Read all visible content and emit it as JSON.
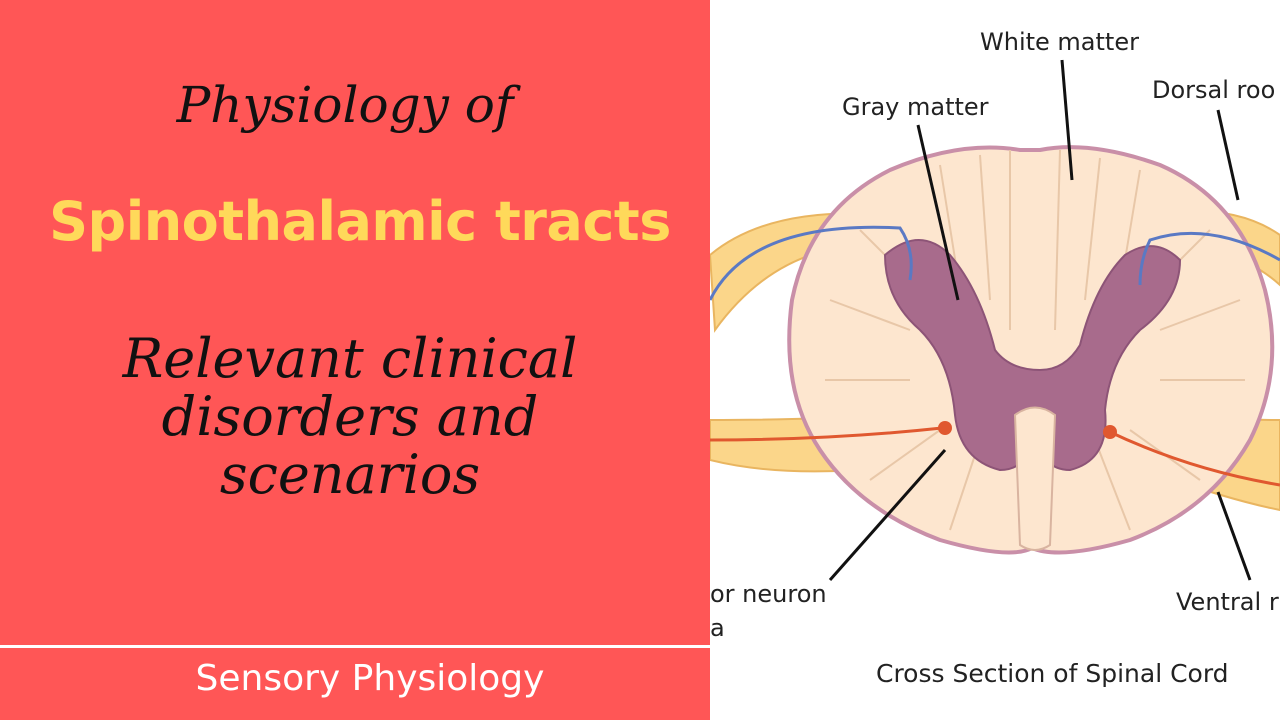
{
  "slide": {
    "title_line1": "Physiology of",
    "title_line2": "Spinothalamic tracts",
    "subtitle_lines": [
      "Relevant clinical",
      "disorders and",
      "scenarios"
    ],
    "footer": "Sensory Physiology"
  },
  "diagram": {
    "labels": {
      "white_matter": "White matter",
      "gray_matter": "Gray matter",
      "dorsal_root": "Dorsal roo",
      "motor_neuron_line1": "or neuron",
      "motor_neuron_line2": "a",
      "ventral_root": "Ventral r"
    },
    "caption": "Cross Section of Spinal Cord"
  },
  "colors": {
    "panel": "#ff5656",
    "title_accent": "#ffd95a",
    "white_matter": "#fde6cf",
    "gray_matter": "#a86b8c",
    "root": "#fbd68a"
  }
}
